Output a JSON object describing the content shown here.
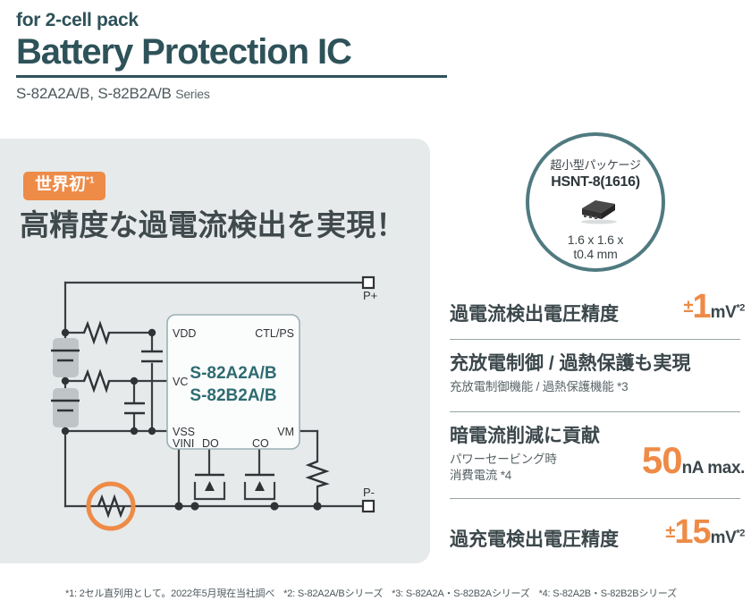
{
  "header": {
    "kicker": "for 2-cell pack",
    "title": "Battery Protection IC",
    "series": "S-82A2A/B, S-82B2A/B",
    "series_suffix": "Series"
  },
  "hero": {
    "badge": "世界初",
    "badge_note": "*1",
    "headline": "高精度な過電流検出を実現！"
  },
  "package": {
    "caption": "超小型パッケージ",
    "name": "HSNT-8(1616)",
    "dimensions_line1": "1.6 x 1.6 x",
    "dimensions_line2": "t0.4 mm"
  },
  "circuit": {
    "ic_label_line1": "S-82A2A/B",
    "ic_label_line2": "S-82B2A/B",
    "pins": {
      "vdd": "VDD",
      "vc": "VC",
      "vss": "VSS",
      "vini": "VINI",
      "do": "DO",
      "co": "CO",
      "vm": "VM",
      "ctlps": "CTL/PS"
    },
    "terminals": {
      "positive": "P+",
      "negative": "P-"
    }
  },
  "features": [
    {
      "label": "過電流検出電圧精度",
      "sub": "",
      "pm": "±",
      "value": "1",
      "unit": "mV",
      "note": "*2"
    },
    {
      "label": "充放電制御 / 過熱保護も実現",
      "sub": "充放電制御機能 / 過熱保護機能 *3",
      "pm": "",
      "value": "",
      "unit": "",
      "note": ""
    },
    {
      "label": "暗電流削減に貢献",
      "sub_line1": "パワーセービング時",
      "sub_line2": "消費電流 *4",
      "pm": "",
      "value": "50",
      "unit": "nA max.",
      "note": ""
    },
    {
      "label": "過充電検出電圧精度",
      "sub": "",
      "pm": "±",
      "value": "15",
      "unit": "mV",
      "note": "*2"
    }
  ],
  "footnotes": [
    "*1: 2セル直列用として。2022年5月現在当社調べ",
    "*2: S-82A2A/Bシリーズ",
    "*3: S-82A2A・S-82B2Aシリーズ",
    "*4: S-82A2B・S-82B2Bシリーズ"
  ],
  "colors": {
    "teal": "#2e5259",
    "orange": "#ee8b47",
    "panel_gray": "#e6eaeb",
    "text_dark": "#3d4548",
    "circle_teal": "#4f7a80"
  }
}
